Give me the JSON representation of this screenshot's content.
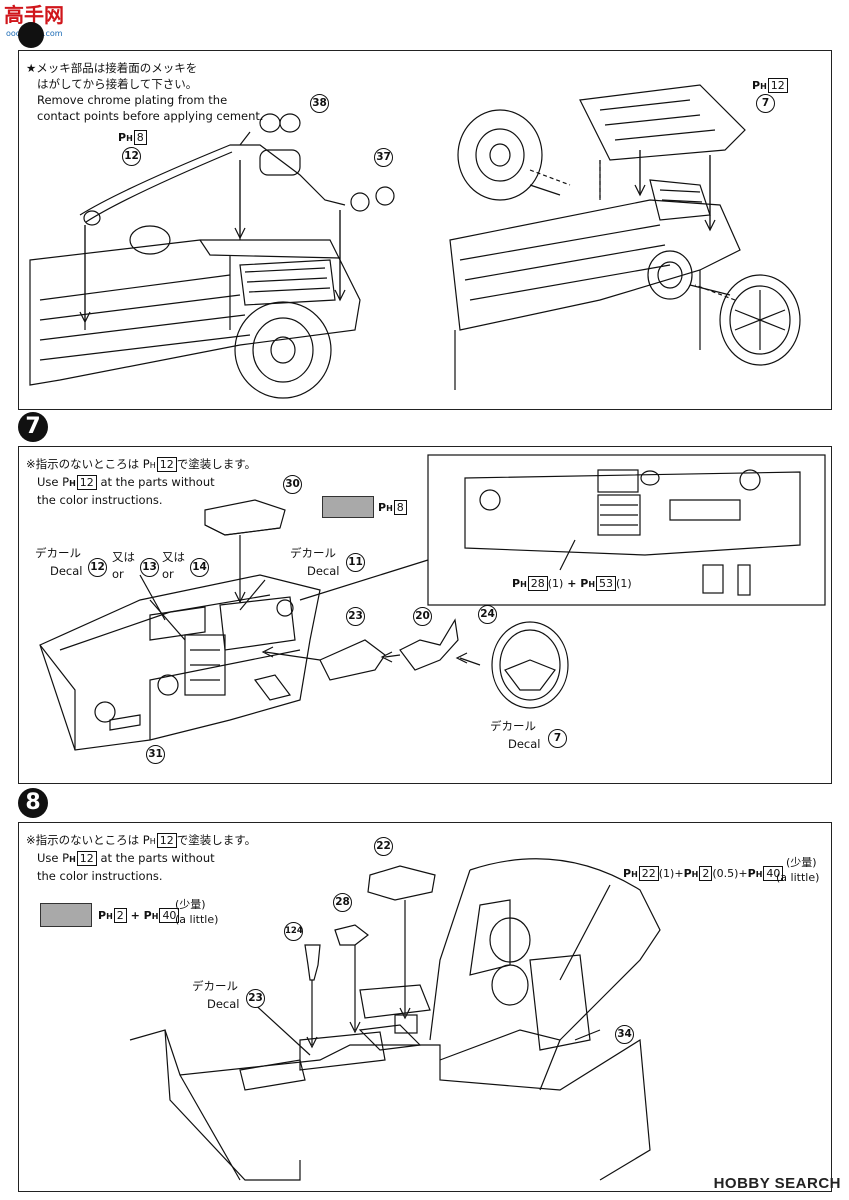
{
  "header_logo": {
    "text": "高手网",
    "subtext": "ooo-shou.com"
  },
  "step6": {
    "note_jp_1": "★メッキ部品は接着面のメッキを",
    "note_jp_2": "はがしてから接着して下さい。",
    "note_en_1": "Remove chrome plating from the",
    "note_en_2": "contact points before applying cement.",
    "color_left": "8",
    "part_12": "12",
    "part_38": "38",
    "part_37": "37",
    "color_right": "12",
    "part_7": "7"
  },
  "step7": {
    "number": "7",
    "note_jp": "※指示のないところは P",
    "note_jp_tail": "で塗装します。",
    "note_color": "12",
    "note_en_1": "Use P",
    "note_en_1_tail": "at the parts without",
    "note_en_2": "the color instructions.",
    "swatch_color": "8",
    "part_30": "30",
    "decal_label_jp": "デカール",
    "decal_label_en": "Decal",
    "decal_a": "12",
    "or_jp": "又は",
    "or_en": "or",
    "decal_b": "13",
    "decal_c": "14",
    "decal_11": "11",
    "part_23": "23",
    "part_20": "20",
    "part_24": "24",
    "part_31": "31",
    "decal_7": "7",
    "inset_color_a": "28",
    "inset_color_a_qty": "(1)",
    "inset_plus": "+",
    "inset_color_b": "53",
    "inset_color_b_qty": "(1)"
  },
  "step8": {
    "number": "8",
    "note_jp": "※指示のないところは P",
    "note_jp_tail": "で塗装します。",
    "note_color": "12",
    "note_en_1": "Use P",
    "note_en_1_tail": "at the parts without",
    "note_en_2": "the color instructions.",
    "swatch_color_a": "2",
    "swatch_plus": "+",
    "swatch_color_b": "40",
    "swatch_small_jp": "(少量)",
    "swatch_small_en": "(a little)",
    "part_22": "22",
    "part_28": "28",
    "part_124": "124",
    "decal_label_jp": "デカール",
    "decal_label_en": "Decal",
    "decal_23": "23",
    "part_34": "34",
    "seat_color_a": "22",
    "seat_qty_a": "(1)+",
    "seat_color_b": "2",
    "seat_qty_b": "(0.5)+",
    "seat_color_c": "40",
    "seat_small_jp": "(少量)",
    "seat_small_en": "(a little)"
  },
  "watermark": "HOBBY SEARCH",
  "colors": {
    "line": "#111111",
    "swatch": "#a9a9a9",
    "logo_red": "#d0161b"
  }
}
